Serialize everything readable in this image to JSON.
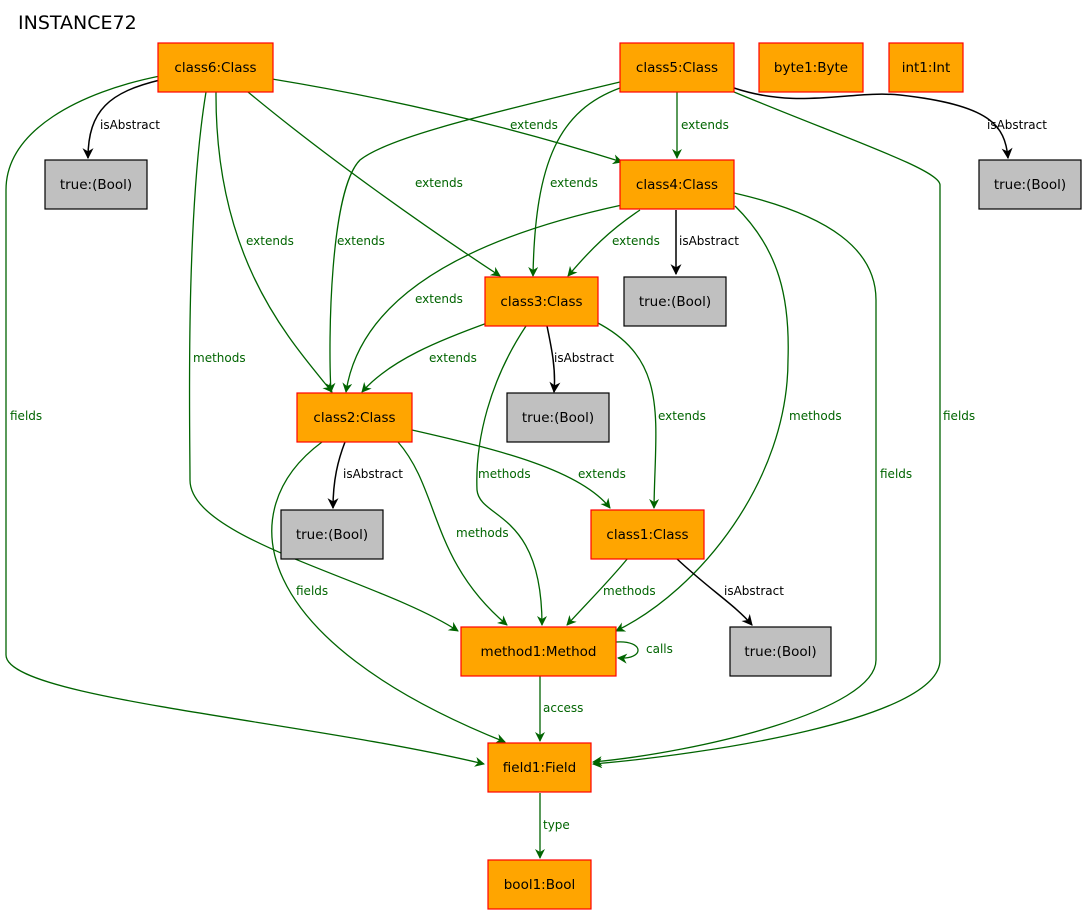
{
  "title": "INSTANCE72",
  "nodes": {
    "class6": "class6:Class",
    "class5": "class5:Class",
    "byte1": "byte1:Byte",
    "int1": "int1:Int",
    "class4": "class4:Class",
    "class3": "class3:Class",
    "class2": "class2:Class",
    "class1": "class1:Class",
    "method1": "method1:Method",
    "field1": "field1:Field",
    "bool1": "bool1:Bool",
    "true6": "true:(Bool)",
    "true5": "true:(Bool)",
    "true4": "true:(Bool)",
    "true3": "true:(Bool)",
    "true2": "true:(Bool)",
    "true1": "true:(Bool)"
  },
  "edge_labels": {
    "c6_isAbstract": "isAbstract",
    "c6_fields": "fields",
    "c6_methods": "methods",
    "c6_extends_c2": "extends",
    "c6_extends_c3": "extends",
    "c6_extends_c4": "extends",
    "c5_extends_c2": "extends",
    "c5_extends_c3": "extends",
    "c5_extends_c4": "extends",
    "c5_isAbstract": "isAbstract",
    "c5_fields": "fields",
    "c4_extends_c3": "extends",
    "c4_extends_c2": "extends",
    "c4_isAbstract": "isAbstract",
    "c4_methods": "methods",
    "c4_fields": "fields",
    "c3_extends_c2": "extends",
    "c3_isAbstract": "isAbstract",
    "c3_methods": "methods",
    "c3_extends_c1": "extends",
    "c2_isAbstract": "isAbstract",
    "c2_extends_c1": "extends",
    "c2_methods": "methods",
    "c2_fields": "fields",
    "c1_methods": "methods",
    "c1_isAbstract": "isAbstract",
    "m1_calls": "calls",
    "m1_access": "access",
    "f1_type": "type"
  },
  "colors": {
    "object_fill": "#ffa500",
    "object_border": "#ff0000",
    "value_fill": "#c0c0c0",
    "value_border": "#000000",
    "edge_green": "#006400",
    "edge_black": "#000000"
  }
}
